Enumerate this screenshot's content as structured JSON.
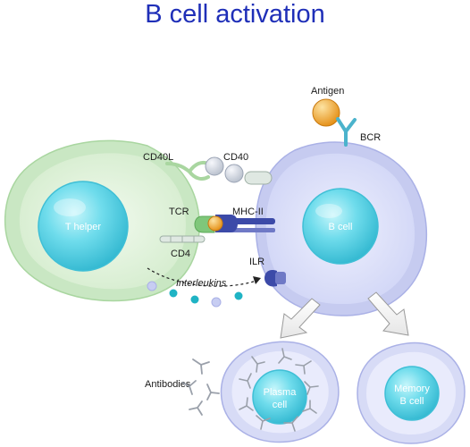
{
  "title": "B cell activation",
  "labels": {
    "t_helper": "T helper",
    "b_cell": "B cell",
    "antigen": "Antigen",
    "bcr": "BCR",
    "cd40l": "CD40L",
    "cd40": "CD40",
    "tcr": "TCR",
    "mhc2": "MHC-II",
    "cd4": "CD4",
    "ilr": "ILR",
    "interleukins": "Interleukins",
    "antibodies": "Antibodies",
    "plasma_line1": "Plasma",
    "plasma_line2": "cell",
    "memory_line1": "Memory",
    "memory_line2": "B cell"
  },
  "colors": {
    "title": "#1f2fb8",
    "t_helper_membrane": "#c9e7c3",
    "t_helper_cytoplasm": "#e4f3e0",
    "b_cell_membrane": "#c6cbf0",
    "b_cell_cytoplasm": "#dfe2fa",
    "nucleus": "#5ed2e6",
    "antigen": "#f3a92a",
    "bcr": "#4bb3cc",
    "mhc2": "#3c4aa8",
    "interleukin_teal": "#1fb3c4",
    "interleukin_lavender": "#c7cdf2"
  }
}
